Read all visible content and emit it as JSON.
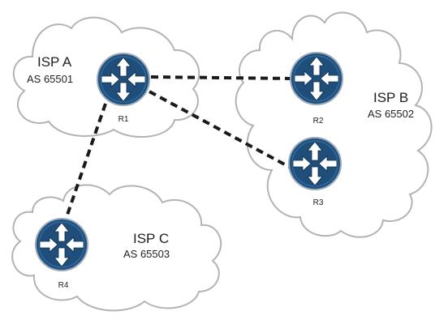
{
  "isps": [
    {
      "name": "ISP A",
      "as": "AS 65501"
    },
    {
      "name": "ISP B",
      "as": "AS 65502"
    },
    {
      "name": "ISP C",
      "as": "AS 65503"
    }
  ],
  "routers": [
    {
      "label": "R1"
    },
    {
      "label": "R2"
    },
    {
      "label": "R3"
    },
    {
      "label": "R4"
    }
  ],
  "links": [
    {
      "from": "R1",
      "to": "R2"
    },
    {
      "from": "R1",
      "to": "R3"
    },
    {
      "from": "R1",
      "to": "R4"
    }
  ],
  "colors": {
    "router": "#1f4e7a",
    "cloud_outline": "#b3b3b3",
    "link": "#1a1a1a"
  }
}
